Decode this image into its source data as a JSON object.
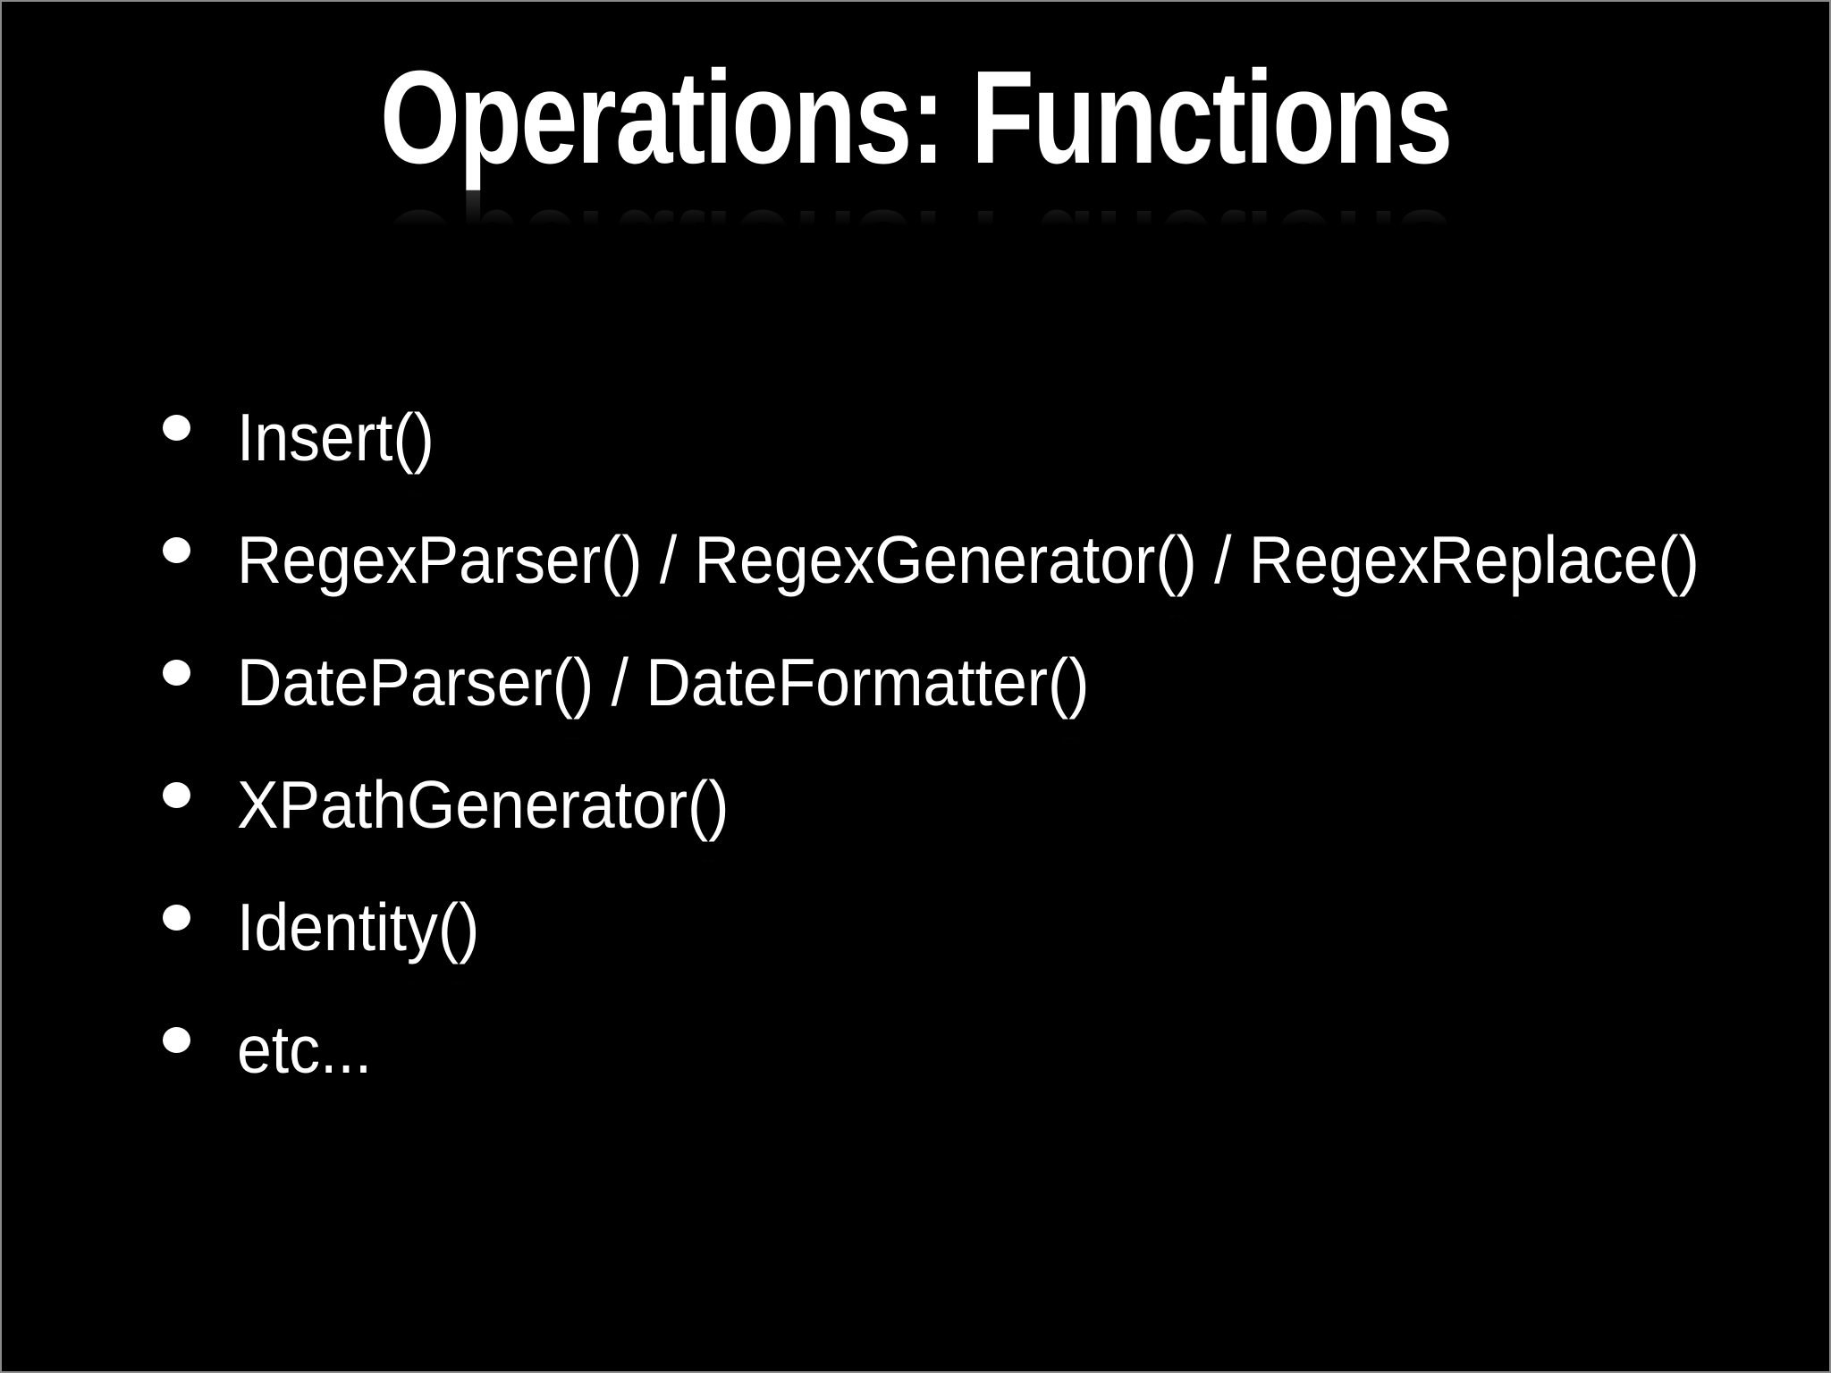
{
  "slide": {
    "title": "Operations: Functions",
    "bullets": [
      "Insert()",
      "RegexParser() / RegexGenerator() / RegexReplace()",
      "DateParser() / DateFormatter()",
      "XPathGenerator()",
      "Identity()",
      "etc..."
    ],
    "colors": {
      "background": "#000000",
      "text": "#ffffff",
      "frame_border": "#8a8a8a"
    },
    "icons": {
      "bullet": "bullet-dot"
    }
  }
}
